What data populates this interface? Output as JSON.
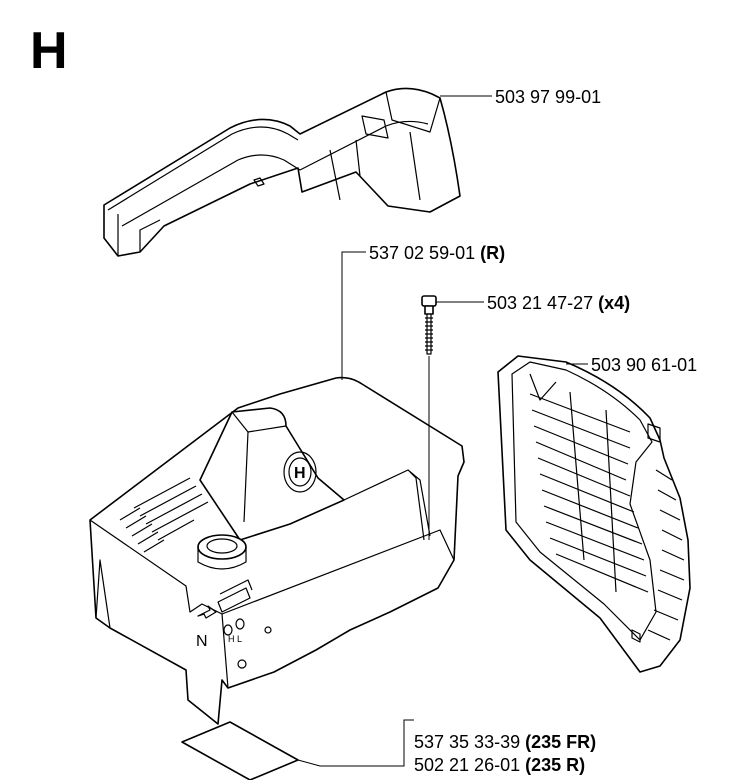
{
  "section_letter": "H",
  "callouts": [
    {
      "id": "top-cover",
      "number": "503 97 99-01",
      "suffix": ""
    },
    {
      "id": "cylinder-cover",
      "number": "537 02 59-01",
      "suffix": "(R)"
    },
    {
      "id": "screw",
      "number": "503 21 47-27",
      "suffix": "(x4)"
    },
    {
      "id": "air-grille",
      "number": "503 90 61-01",
      "suffix": ""
    },
    {
      "id": "decal-fr",
      "number": "537 35 33-39",
      "suffix": "(235 FR)"
    },
    {
      "id": "decal-r",
      "number": "502 21 26-01",
      "suffix": "(235 R)"
    }
  ],
  "cover_markings": {
    "logo_letter": "H",
    "choke_letter": "N",
    "adjust_labels": "H L"
  }
}
